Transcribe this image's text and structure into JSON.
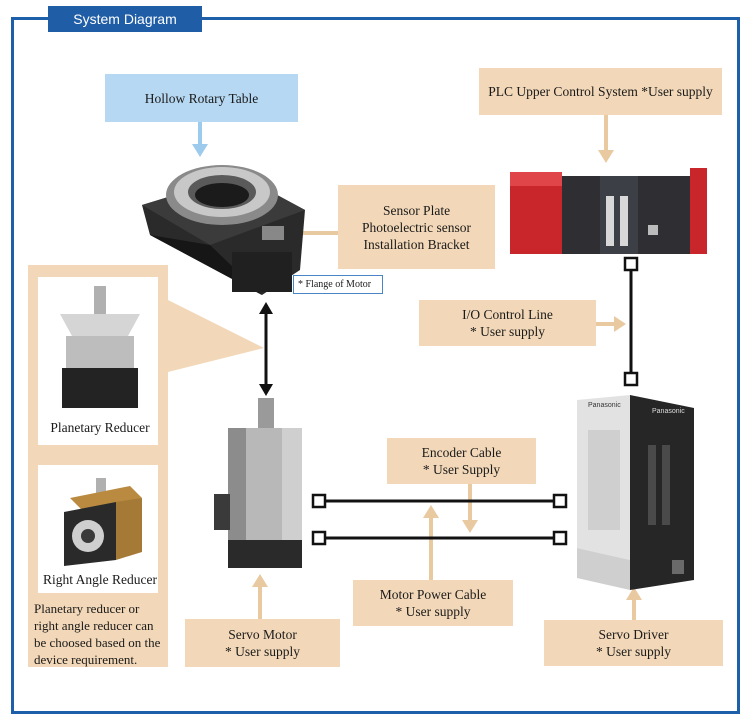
{
  "title": "System Diagram",
  "labels": {
    "hollow_rotary_table": "Hollow Rotary Table",
    "plc": "PLC Upper Control System *User supply",
    "sensor_lines": [
      "Sensor Plate",
      "Photoelectric sensor",
      "Installation Bracket"
    ],
    "flange": "* Flange of Motor",
    "io_lines": [
      "I/O Control Line",
      "* User supply"
    ],
    "encoder_lines": [
      "Encoder Cable",
      "* User Supply"
    ],
    "motor_power_lines": [
      "Motor Power Cable",
      "* User supply"
    ],
    "servo_motor_lines": [
      "Servo Motor",
      "* User supply"
    ],
    "servo_driver_lines": [
      "Servo Driver",
      "* User supply"
    ],
    "planetary_reducer": "Planetary Reducer",
    "right_angle_reducer": "Right Angle Reducer",
    "reducer_note": "Planetary reducer or right angle reducer can be choosed based on the device requirement.",
    "driver_brand": "Panasonic"
  },
  "colors": {
    "frame": "#1d5fa8",
    "label_box": "#f2d8b8",
    "highlight_box": "#b6d8f2",
    "arrow": "#e8c9a0"
  }
}
